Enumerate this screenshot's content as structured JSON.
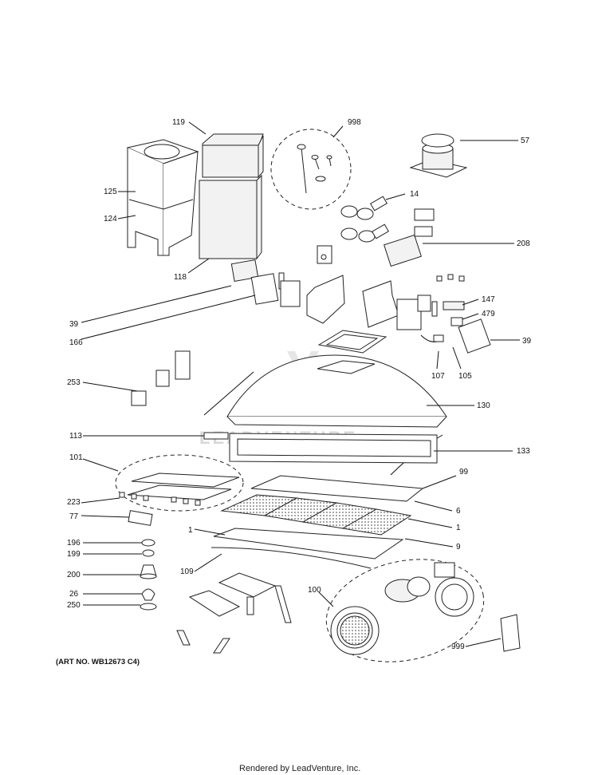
{
  "labels": {
    "l119": "119",
    "l998": "998",
    "l57": "57",
    "l125": "125",
    "l124": "124",
    "l14": "14",
    "l208": "208",
    "l118": "118",
    "l39a": "39",
    "l166": "166",
    "l147": "147",
    "l479": "479",
    "l39b": "39",
    "l107": "107",
    "l105": "105",
    "l253": "253",
    "l130": "130",
    "l113": "113",
    "l133": "133",
    "l101": "101",
    "l99": "99",
    "l223": "223",
    "l6": "6",
    "l77": "77",
    "l1a": "1",
    "l1b": "1",
    "l9": "9",
    "l196": "196",
    "l199": "199",
    "l109": "109",
    "l200": "200",
    "l100": "100",
    "l26": "26",
    "l250": "250",
    "l999": "999"
  },
  "art_number": "(ART NO. WB12673 C4)",
  "footer": "Rendered by LeadVenture, Inc.",
  "watermark": "LEADVENTURE"
}
